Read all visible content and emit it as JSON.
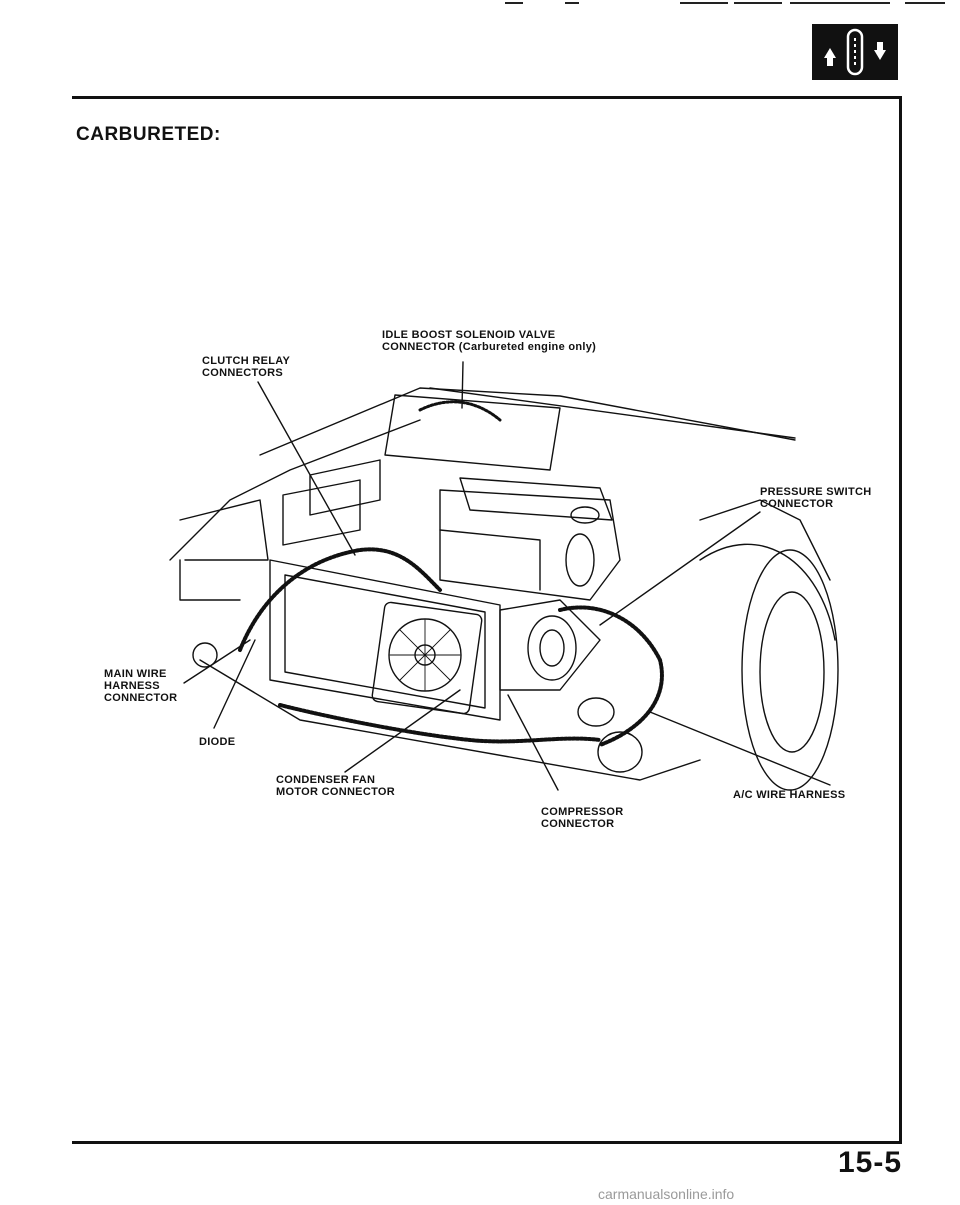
{
  "page": {
    "heading": "CARBURETED:",
    "page_number": "15-5",
    "footer_watermark": "carmanualsonline.info"
  },
  "badge": {
    "icon": "ac-system-icon",
    "color": "#111111"
  },
  "diagram": {
    "subject": "engine compartment wiring",
    "callouts": {
      "idle_boost": "IDLE BOOST SOLENOID VALVE\nCONNECTOR (Carbureted engine only)",
      "clutch_relay": "CLUTCH RELAY\nCONNECTORS",
      "pressure_switch": "PRESSURE SWITCH\nCONNECTOR",
      "main_wire": "MAIN WIRE\nHARNESS\nCONNECTOR",
      "diode": "DIODE",
      "condenser_fan": "CONDENSER FAN\nMOTOR CONNECTOR",
      "ac_wire": "A/C WIRE HARNESS",
      "compressor": "COMPRESSOR\nCONNECTOR"
    }
  }
}
